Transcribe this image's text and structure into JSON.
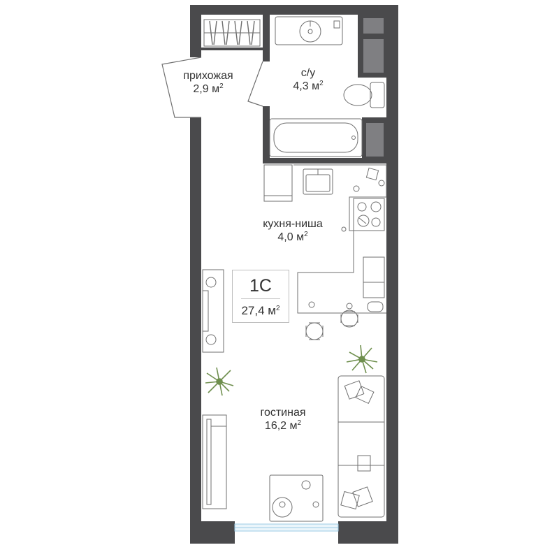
{
  "colors": {
    "wall": "#4a4a4c",
    "window_grey": "#7f7f82",
    "furniture_stroke": "#6f6f6f",
    "window_glass": "#cfe7f5",
    "plant": "#6f8f4e"
  },
  "apartment": {
    "type": "1С",
    "total_area": "27,4 м",
    "area_unit_power": "2"
  },
  "rooms": [
    {
      "id": "hall",
      "name": "прихожая",
      "area": "2,9 м",
      "power": "2"
    },
    {
      "id": "bath",
      "name": "с/у",
      "area": "4,3 м",
      "power": "2"
    },
    {
      "id": "kitchen",
      "name": "кухня-ниша",
      "area": "4,0 м",
      "power": "2"
    },
    {
      "id": "living",
      "name": "гостиная",
      "area": "16,2 м",
      "power": "2"
    }
  ],
  "icons": {
    "wardrobe": "wardrobe-icon",
    "sink": "sink-icon",
    "toilet": "toilet-icon",
    "bathtub": "bathtub-icon",
    "stove": "stove-icon",
    "table": "dining-table-icon",
    "sofa": "sofa-icon",
    "plant": "plant-icon",
    "tv": "tv-unit-icon"
  }
}
